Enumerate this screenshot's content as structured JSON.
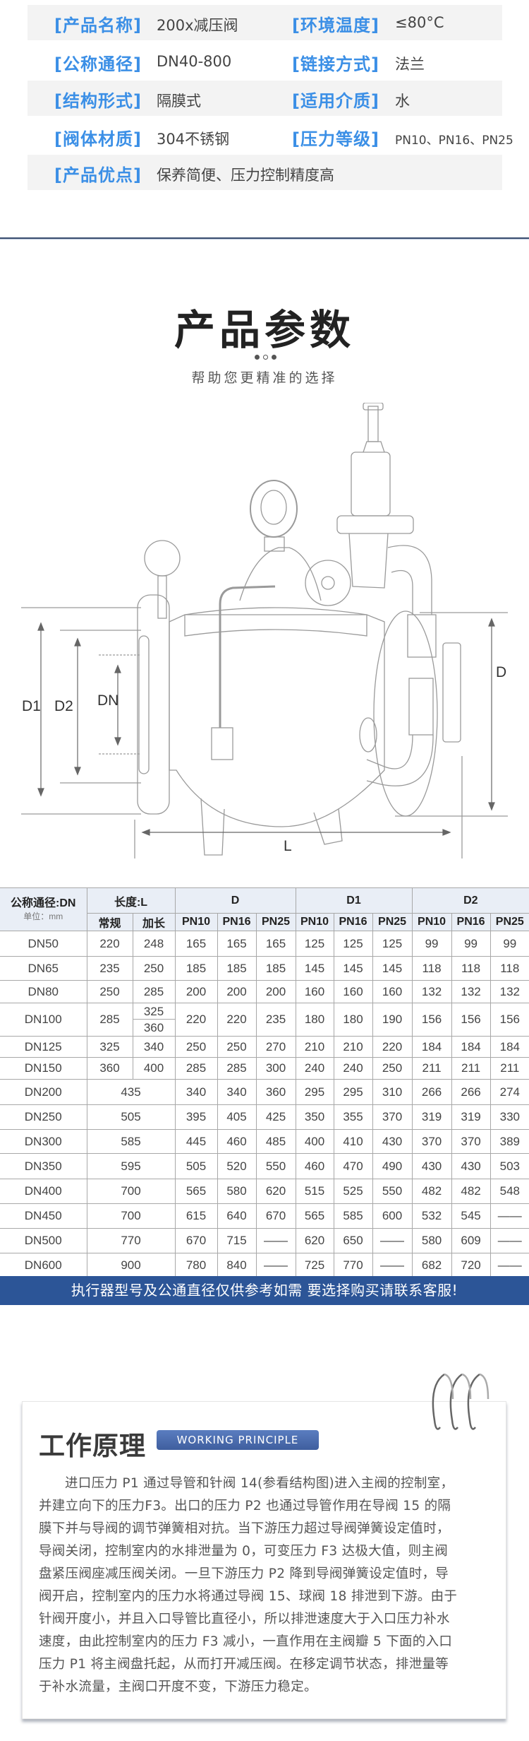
{
  "specs": [
    {
      "left_label": "[产品名称]",
      "left_value": "200x减压阀",
      "right_label": "[环境温度]",
      "right_value": "≤80°C"
    },
    {
      "left_label": "[公称通径]",
      "left_value": "DN40-800",
      "right_label": "[链接方式]",
      "right_value": "法兰"
    },
    {
      "left_label": "[结构形式]",
      "left_value": "隔膜式",
      "right_label": "[适用介质]",
      "right_value": "水"
    },
    {
      "left_label": "[阀体材质]",
      "left_value": "304不锈钢",
      "right_label": "[压力等级]",
      "right_value": "PN10、PN16、PN25"
    },
    {
      "left_label": "[产品优点]",
      "left_value": "保养简便、压力控制精度高"
    }
  ],
  "params_section": {
    "title": "产品参数",
    "subtitle": "帮助您更精准的选择",
    "dimensions": {
      "d1": "D1",
      "d2": "D2",
      "dn": "DN",
      "d": "D",
      "l": "L"
    }
  },
  "table": {
    "dn_header": "公称通径:DN",
    "unit": "单位：mm",
    "length_header": "长度:L",
    "length_sub": [
      "常规",
      "加长"
    ],
    "groups": [
      "D",
      "D1",
      "D2"
    ],
    "pn": [
      "PN10",
      "PN16",
      "PN25"
    ],
    "rows": [
      {
        "dn": "DN50",
        "l": [
          "220",
          "248"
        ],
        "d": [
          "165",
          "165",
          "165"
        ],
        "d1": [
          "125",
          "125",
          "125"
        ],
        "d2": [
          "99",
          "99",
          "99"
        ]
      },
      {
        "dn": "DN65",
        "l": [
          "235",
          "250"
        ],
        "d": [
          "185",
          "185",
          "185"
        ],
        "d1": [
          "145",
          "145",
          "145"
        ],
        "d2": [
          "118",
          "118",
          "118"
        ]
      },
      {
        "dn": "DN80",
        "l": [
          "250",
          "285"
        ],
        "d": [
          "200",
          "200",
          "200"
        ],
        "d1": [
          "160",
          "160",
          "160"
        ],
        "d2": [
          "132",
          "132",
          "132"
        ]
      },
      {
        "dn": "DN100",
        "l": [
          "285",
          [
            "325",
            "360"
          ]
        ],
        "d": [
          "220",
          "220",
          "235"
        ],
        "d1": [
          "180",
          "180",
          "190"
        ],
        "d2": [
          "156",
          "156",
          "156"
        ]
      },
      {
        "dn": "DN125",
        "l": [
          "325",
          "340"
        ],
        "d": [
          "250",
          "250",
          "270"
        ],
        "d1": [
          "210",
          "210",
          "220"
        ],
        "d2": [
          "184",
          "184",
          "184"
        ]
      },
      {
        "dn": "DN150",
        "l": [
          "360",
          "400"
        ],
        "d": [
          "285",
          "285",
          "300"
        ],
        "d1": [
          "240",
          "240",
          "250"
        ],
        "d2": [
          "211",
          "211",
          "211"
        ]
      },
      {
        "dn": "DN200",
        "l": [
          "435"
        ],
        "d": [
          "340",
          "340",
          "360"
        ],
        "d1": [
          "295",
          "295",
          "310"
        ],
        "d2": [
          "266",
          "266",
          "274"
        ]
      },
      {
        "dn": "DN250",
        "l": [
          "505"
        ],
        "d": [
          "395",
          "405",
          "425"
        ],
        "d1": [
          "350",
          "355",
          "370"
        ],
        "d2": [
          "319",
          "319",
          "330"
        ]
      },
      {
        "dn": "DN300",
        "l": [
          "585"
        ],
        "d": [
          "445",
          "460",
          "485"
        ],
        "d1": [
          "400",
          "410",
          "430"
        ],
        "d2": [
          "370",
          "370",
          "389"
        ]
      },
      {
        "dn": "DN350",
        "l": [
          "595"
        ],
        "d": [
          "505",
          "520",
          "550"
        ],
        "d1": [
          "460",
          "470",
          "490"
        ],
        "d2": [
          "430",
          "430",
          "503"
        ]
      },
      {
        "dn": "DN400",
        "l": [
          "700"
        ],
        "d": [
          "565",
          "580",
          "620"
        ],
        "d1": [
          "515",
          "525",
          "550"
        ],
        "d2": [
          "482",
          "482",
          "548"
        ]
      },
      {
        "dn": "DN450",
        "l": [
          "700"
        ],
        "d": [
          "615",
          "640",
          "670"
        ],
        "d1": [
          "565",
          "585",
          "600"
        ],
        "d2": [
          "532",
          "545",
          "——"
        ]
      },
      {
        "dn": "DN500",
        "l": [
          "770"
        ],
        "d": [
          "670",
          "715",
          "——"
        ],
        "d1": [
          "620",
          "650",
          "——"
        ],
        "d2": [
          "580",
          "609",
          "——"
        ]
      },
      {
        "dn": "DN600",
        "l": [
          "900"
        ],
        "d": [
          "780",
          "840",
          "——"
        ],
        "d1": [
          "725",
          "770",
          "——"
        ],
        "d2": [
          "682",
          "720",
          "——"
        ]
      }
    ],
    "banner": "执行器型号及公通直径仅供参考如需 要选择购买请联系客服!"
  },
  "working": {
    "title": "工作原理",
    "badge": "WORKING PRINCIPLE",
    "lines": [
      "进口压力 P1 通过导管和针阀 14(参看结构图)进入主阀的控制室，",
      "并建立向下的压力F3。出口的压力 P2 也通过导管作用在导阀 15 的隔",
      "膜下并与导阀的调节弹簧相对抗。当下游压力超过导阀弹簧设定值时，",
      "导阀关闭，控制室内的水排泄量为 0，可变压力 F3 达极大值，则主阀",
      "盘紧压阀座减压阀关闭。一旦下游压力 P2 降到导阀弹簧设定值时，导",
      "阀开启，控制室内的压力水将通过导阀 15、球阀 18 排泄到下游。由于",
      "针阀开度小，并且入口导管比直径小，所以排泄速度大于入口压力补水",
      "速度，由此控制室内的压力 F3 减小，一直作用在主阀瓣 5 下面的入口",
      "压力 P1 将主阀盘托起，从而打开减压阀。在移定调节状态，排泄量等",
      "于补水流量，主阀口开度不变，下游压力稳定。"
    ]
  }
}
